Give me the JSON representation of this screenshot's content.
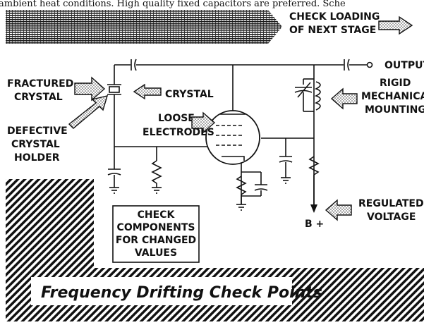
{
  "page": {
    "top_text_fragment": "ambient heat conditions. High quality fixed capacitors are preferred. Sche",
    "title": "Frequency Drifting Check Points"
  },
  "labels": {
    "check_loading": [
      "CHECK LOADING",
      "OF NEXT STAGE"
    ],
    "output": "OUTPUT",
    "rigid_mounting": [
      "RIGID",
      "MECHANICAL",
      "MOUNTING"
    ],
    "fractured_crystal": [
      "FRACTURED",
      "CRYSTAL"
    ],
    "crystal": "CRYSTAL",
    "loose_electrodes": [
      "LOOSE",
      "ELECTRODES"
    ],
    "defective_holder": [
      "DEFECTIVE",
      "CRYSTAL",
      "HOLDER"
    ],
    "check_components": [
      "CHECK",
      "COMPONENTS",
      "FOR CHANGED",
      "VALUES"
    ],
    "b_plus": "B +",
    "regulated_voltage": [
      "REGULATED",
      "VOLTAGE"
    ]
  }
}
